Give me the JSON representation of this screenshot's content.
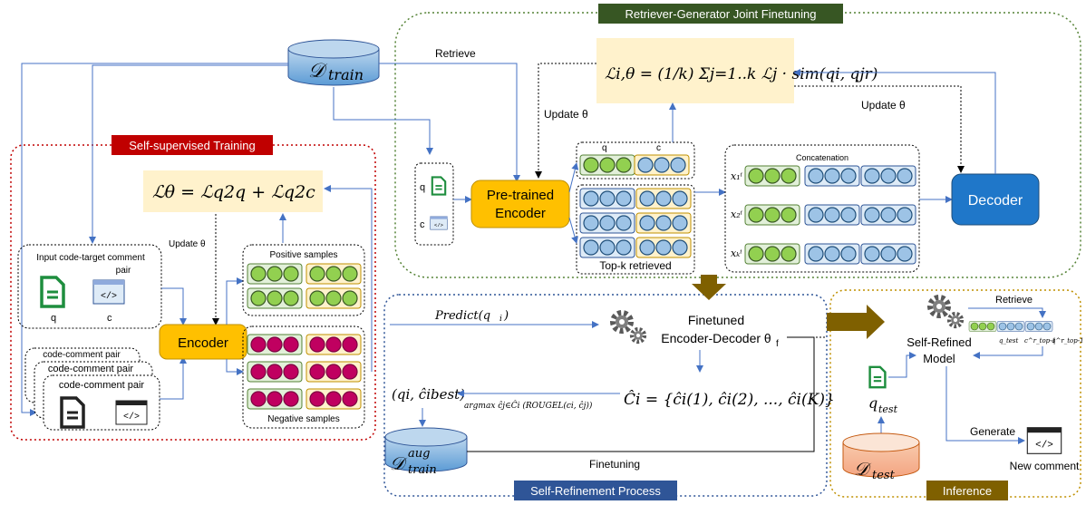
{
  "sections": {
    "joint": "Retriever-Generator Joint Finetuning",
    "self_supervised": "Self-supervised Training",
    "refinement": "Self-Refinement Process",
    "inference": "Inference"
  },
  "labels": {
    "retrieve_top": "Retrieve",
    "update_theta_left": "Update θ",
    "update_theta_right": "Update θ",
    "update_theta_ss": "Update θ",
    "pretrained_encoder_1": "Pre-trained",
    "pretrained_encoder_2": "Encoder",
    "topk": "Top-k retrieved",
    "concatenation": "Concatenation",
    "decoder": "Decoder",
    "encoder": "Encoder",
    "positive": "Positive samples",
    "negative": "Negative samples",
    "input_pair_1": "Input code-target comment",
    "input_pair_2": "pair",
    "cc_pair": "code-comment pair",
    "predict": "Predict(q",
    "predict_sub": "i",
    "finetuned_1": "Finetuned",
    "finetuned_2": "Encoder-Decoder θ",
    "finetuned_sub": "f",
    "finetuning": "Finetuning",
    "self_refined_1": "Self-Refined",
    "self_refined_2": "Model",
    "retrieve_inf": "Retrieve",
    "generate": "Generate",
    "new_comment": "New comment",
    "qi": "q",
    "ci": "c",
    "sub_i": "i"
  },
  "formulas": {
    "d_train": "𝒟",
    "d_train_sub": "train",
    "d_test_sub": "test",
    "d_aug_sup": "aug",
    "d_aug_sub": "train",
    "q_test": "q",
    "q_test_sub": "test",
    "loss_joint": "ℒi,θ = (1/k) Σj=1..k ℒj · sim(qi, qjr)",
    "loss_ss": "ℒθ = ℒq2q + ℒq2c",
    "c_hat_set": "Ĉi = {ĉi(1), ĉi(2), ..., ĉi(K)}",
    "best_pair": "(qi, ĉibest)",
    "argmax": "argmax ĉj∈Ĉi (ROUGEL(ci, ĉj))"
  },
  "icons": [
    "document-icon",
    "code-icon",
    "gear-icon",
    "database-icon",
    "arrow-icon"
  ],
  "colors": {
    "encoder": "#FFC000",
    "decoder": "#1F77C9",
    "joint_border": "#548235",
    "ss_border": "#C00000",
    "refine_border": "#2F5597",
    "inference_border": "#BF9000",
    "green_node": "#92D050",
    "blue_node": "#9DC3E6",
    "pink_node": "#C00060",
    "formula_bg": "#FFF2CC"
  }
}
